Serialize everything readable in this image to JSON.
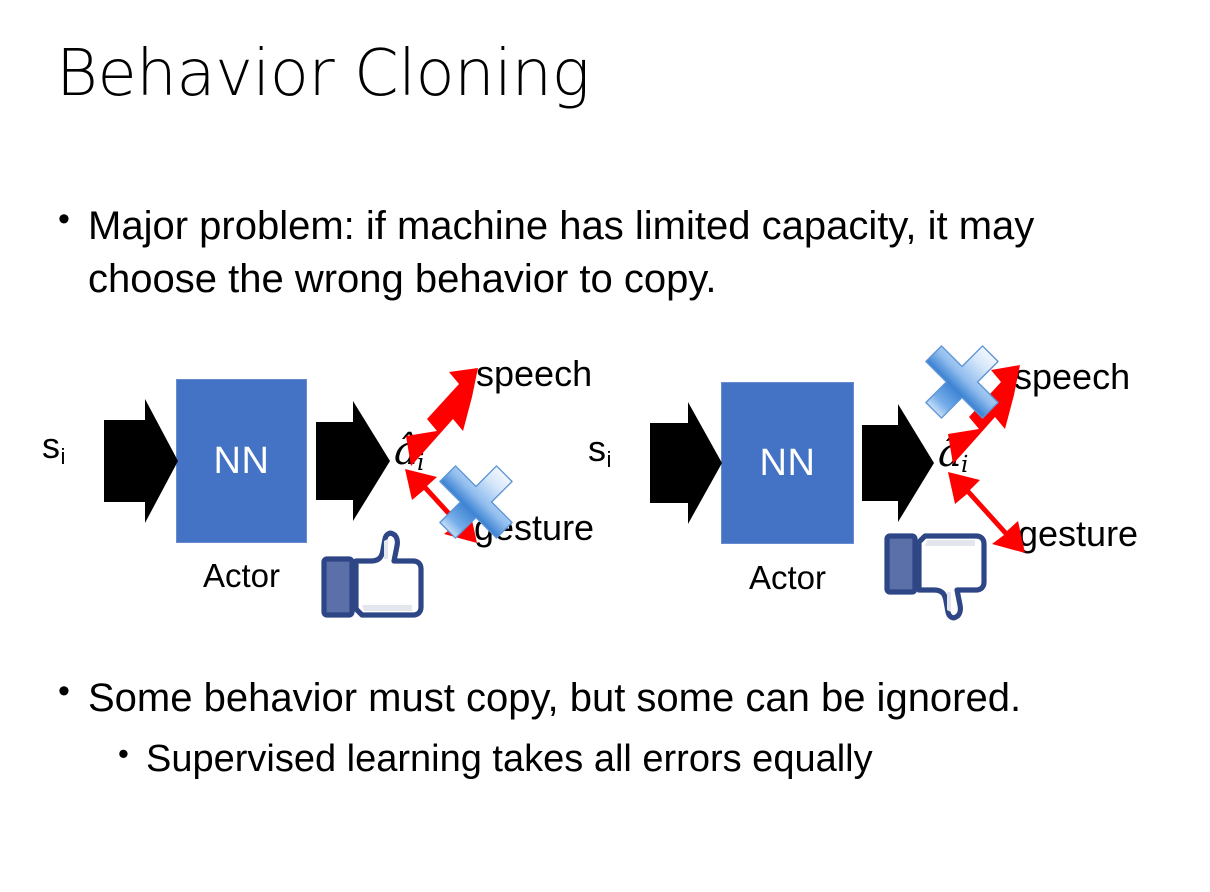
{
  "slide": {
    "title": "Behavior Cloning",
    "background": "#ffffff",
    "bullet_char": "•"
  },
  "bullets": {
    "top": "Major problem: if machine has limited capacity, it may choose the wrong behavior to copy.",
    "bottom_level1": "Some behavior must copy, but some can be ignored.",
    "bottom_level2": "Supervised learning takes all errors equally"
  },
  "colors": {
    "nn_box_fill": "#4472C4",
    "nn_box_border": "#6A8BD0",
    "nn_label": "#FFFFFF",
    "arrow_black": "#000000",
    "arrow_red": "#FF0000",
    "x_mark_light": "#DCE9F8",
    "x_mark_mid": "#7FB0E8",
    "x_mark_dark": "#2E74C7",
    "thumb_outline": "#3B5998",
    "thumb_fill": "#FFFFFF",
    "thumb_cuff": "#5B6FA8",
    "thumb_shade": "#E3E6EC",
    "text": "#000000"
  },
  "diagrams": [
    {
      "id": "left",
      "state_label": "s",
      "state_sub": "i",
      "nn_label": "NN",
      "actor_label": "Actor",
      "action_label": "â",
      "action_sub": "i",
      "outputs": [
        {
          "label": "speech",
          "blocked": false
        },
        {
          "label": "gesture",
          "blocked": true
        }
      ],
      "feedback_icon": "thumbs-up-icon",
      "feedback_value": "positive"
    },
    {
      "id": "right",
      "state_label": "s",
      "state_sub": "i",
      "nn_label": "NN",
      "actor_label": "Actor",
      "action_label": "â",
      "action_sub": "i",
      "outputs": [
        {
          "label": "speech",
          "blocked": true
        },
        {
          "label": "gesture",
          "blocked": false
        }
      ],
      "feedback_icon": "thumbs-down-icon",
      "feedback_value": "negative"
    }
  ]
}
